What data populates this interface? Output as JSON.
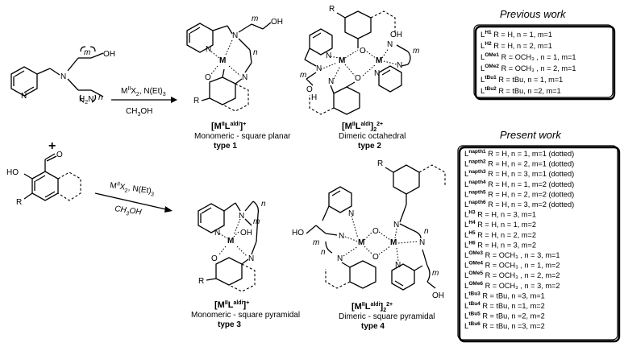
{
  "reagents": {
    "top_line1": "M",
    "top_ox": "II",
    "top_line1_rest": "X",
    "top_x_sub": "2",
    "top_line1_end": ", N(Et)",
    "top_et_sub": "3",
    "top_line2": "CH",
    "top_line2_sub": "3",
    "top_line2_end": "OH",
    "bottom_line1": "M",
    "bottom_ox": "II",
    "bottom_line1_rest": "X",
    "bottom_x_sub": "2",
    "bottom_line1_end": ", N(Et)",
    "bottom_et_sub": "3",
    "bottom_line2": "CH",
    "bottom_line2_sub": "3",
    "bottom_line2_end": "OH",
    "plus": "+"
  },
  "products": [
    {
      "formula_main": "[M",
      "formula_ox": "II",
      "formula_l": "L",
      "formula_sup": "aldi",
      "formula_end": "]",
      "charge": "+",
      "dimer_sub": "",
      "desc": "Monomeric - square planar",
      "type": "type 1"
    },
    {
      "formula_main": "[M",
      "formula_ox": "II",
      "formula_l": "L",
      "formula_sup": "aldi",
      "formula_end": "]",
      "charge": "2+",
      "dimer_sub": "2",
      "desc": "Dimeric  octahedral",
      "type": "type 2"
    },
    {
      "formula_main": "[M",
      "formula_ox": "II",
      "formula_l": "L",
      "formula_sup": "aldi",
      "formula_end": "]",
      "charge": "+",
      "dimer_sub": "",
      "desc": "Monomeric - square pyramidal",
      "type": "type 3"
    },
    {
      "formula_main": "[M",
      "formula_ox": "II",
      "formula_l": "L",
      "formula_sup": "aldi",
      "formula_end": "]",
      "charge": "2+",
      "dimer_sub": "2",
      "desc": "Dimeric - square pyramidal",
      "type": "type 4"
    }
  ],
  "atoms": {
    "N": "N",
    "O": "O",
    "OH": "OH",
    "HO": "HO",
    "H": "H",
    "M": "M",
    "R": "R",
    "H2N": "H",
    "H2N_sub": "2",
    "H2N_end": "N",
    "m": "m",
    "n": "n"
  },
  "previous_work": {
    "heading": "Previous work",
    "items": [
      {
        "sup": "H1",
        "text": " R = H, n = 1, m=1"
      },
      {
        "sup": "H2",
        "text": " R = H, n = 2, m=1"
      },
      {
        "sup": "OMe1",
        "text": "  R = OCH₃ , n = 1, m=1"
      },
      {
        "sup": "OMe2",
        "text": "  R = OCH₃ , n = 2, m=1"
      },
      {
        "sup": "tBu1",
        "text": " R = tBu, n = 1, m=1"
      },
      {
        "sup": "tBu2",
        "text": " R = tBu, n =2, m=1"
      }
    ]
  },
  "present_work": {
    "heading": "Present work",
    "items": [
      {
        "sup": "napth1",
        "text": " R = H, n = 1, m=1 (dotted)"
      },
      {
        "sup": "napth2",
        "text": " R = H, n = 2, m=1 (dotted)"
      },
      {
        "sup": "napth3",
        "text": " R = H, n = 3, m=1 (dotted)"
      },
      {
        "sup": "napth4",
        "text": " R = H, n = 1, m=2 (dotted)"
      },
      {
        "sup": "napth5",
        "text": " R = H, n = 2, m=2 (dotted)"
      },
      {
        "sup": "napth6",
        "text": " R = H, n = 3, m=2 (dotted)"
      },
      {
        "sup": "H3",
        "text": " R = H, n = 3, m=1"
      },
      {
        "sup": "H4",
        "text": " R = H, n = 1, m=2"
      },
      {
        "sup": "H5",
        "text": " R = H, n = 2, m=2"
      },
      {
        "sup": "H6",
        "text": " R = H, n = 3, m=2"
      },
      {
        "sup": "OMe3",
        "text": " R = OCH₃ , n = 3, m=1"
      },
      {
        "sup": "OMe4",
        "text": " R = OCH₃ , n = 1, m=2"
      },
      {
        "sup": "OMe5",
        "text": " R = OCH₃ , n = 2, m=2"
      },
      {
        "sup": "OMe6",
        "text": " R = OCH₃ , n = 3, m=2"
      },
      {
        "sup": "tBu3",
        "text": " R = tBu, n =3, m=1"
      },
      {
        "sup": "tBu4",
        "text": " R = tBu, n =1, m=2"
      },
      {
        "sup": "tBu5",
        "text": " R = tBu, n =2, m=2"
      },
      {
        "sup": "tBu6",
        "text": " R = tBu, n =3, m=2"
      }
    ]
  }
}
